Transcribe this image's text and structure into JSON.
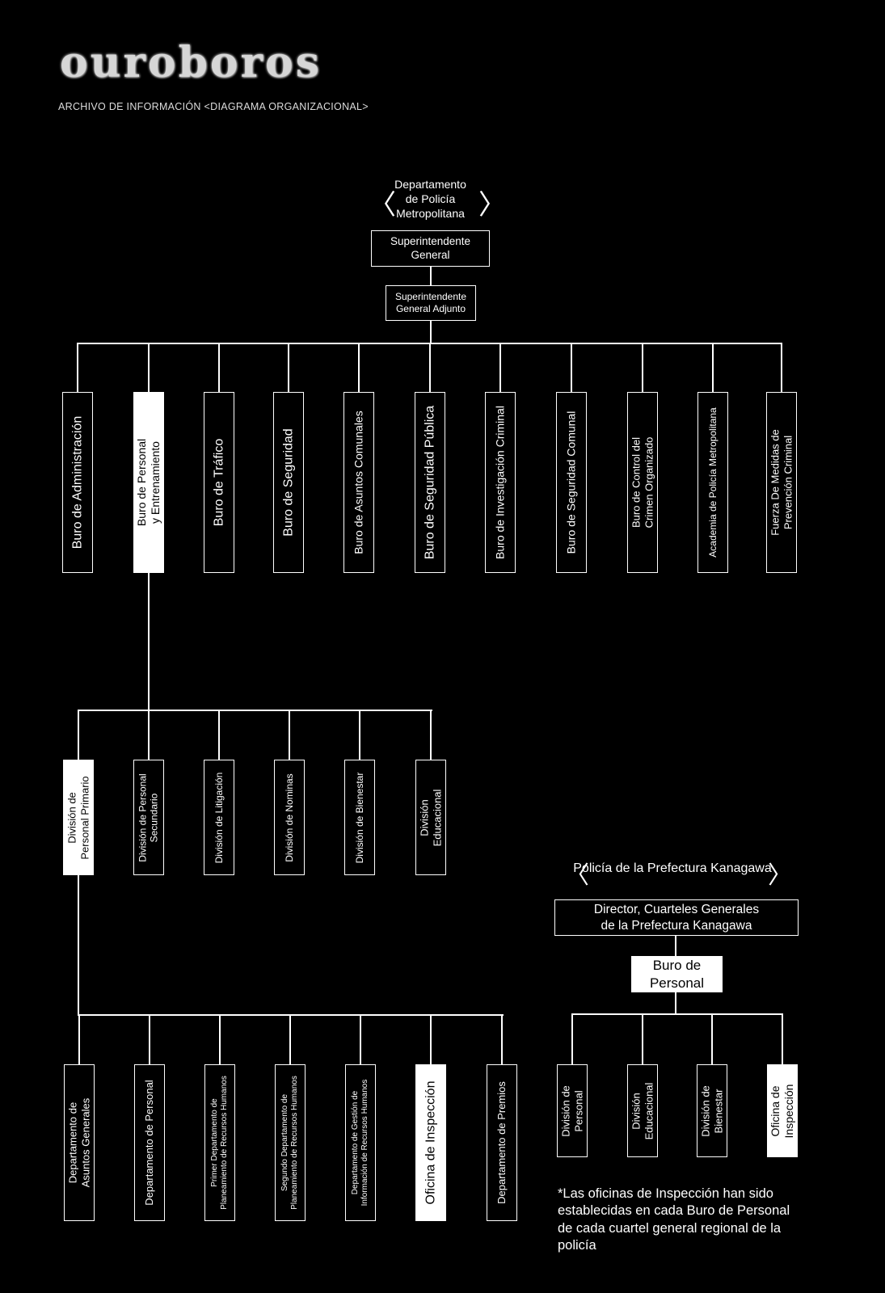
{
  "header": {
    "logo": "ouroboros",
    "subtitle": "ARCHIVO DE INFORMACIÓN <DIAGRAMA ORGANIZACIONAL>"
  },
  "metro": {
    "org_name": "Departamento\nde Policía\nMetropolitana",
    "brackets": [
      "〈",
      "〉"
    ],
    "superintendent": "Superintendente\nGeneral",
    "deputy": "Superintendente\nGeneral Adjunto",
    "bureaus": [
      "Buro de Administración",
      "Buro de Personal\ny Entrenamiento",
      "Buro de Tráfico",
      "Buro de Seguridad",
      "Buro de Asuntos Comunales",
      "Buro de Seguridad Pública",
      "Buro de Investigación Criminal",
      "Buro de Seguridad Comunal",
      "Buro de Control del\nCrimen Organizado",
      "Academia de Policía Metropolitana",
      "Fuerza De Medidas de\nPrevención Criminal"
    ],
    "divisions": [
      "División de\nPersonal Primario",
      "División de Personal\nSecundario",
      "División de Litigación",
      "División de Nominas",
      "División de Bienestar",
      "División\nEducacional"
    ],
    "departments": [
      "Departamento de\nAsuntos Generales",
      "Departamento de Personal",
      "Primer Departamento de\nPlaneamiento de Recursos Humanos",
      "Segundo Departamento de\nPlaneamiento de Recursos Humanos",
      "Departamento de Gestión de\nInformación de Recursos Humanos",
      "Oficina de Inspección",
      "Departamento de Premios"
    ]
  },
  "kanagawa": {
    "org_name": "Policía de la Prefectura Kanagawa",
    "director": "Director,  Cuarteles Generales\nde la Prefectura Kanagawa",
    "bureau": "Buro de\nPersonal",
    "divisions": [
      "División de\nPersonal",
      "División\nEducacional",
      "División de\nBienestar",
      "Oficina de\nInspección"
    ]
  },
  "note": "*Las oficinas de Inspección han sido establecidas en cada Buro de Personal de cada cuartel general regional de la policía"
}
